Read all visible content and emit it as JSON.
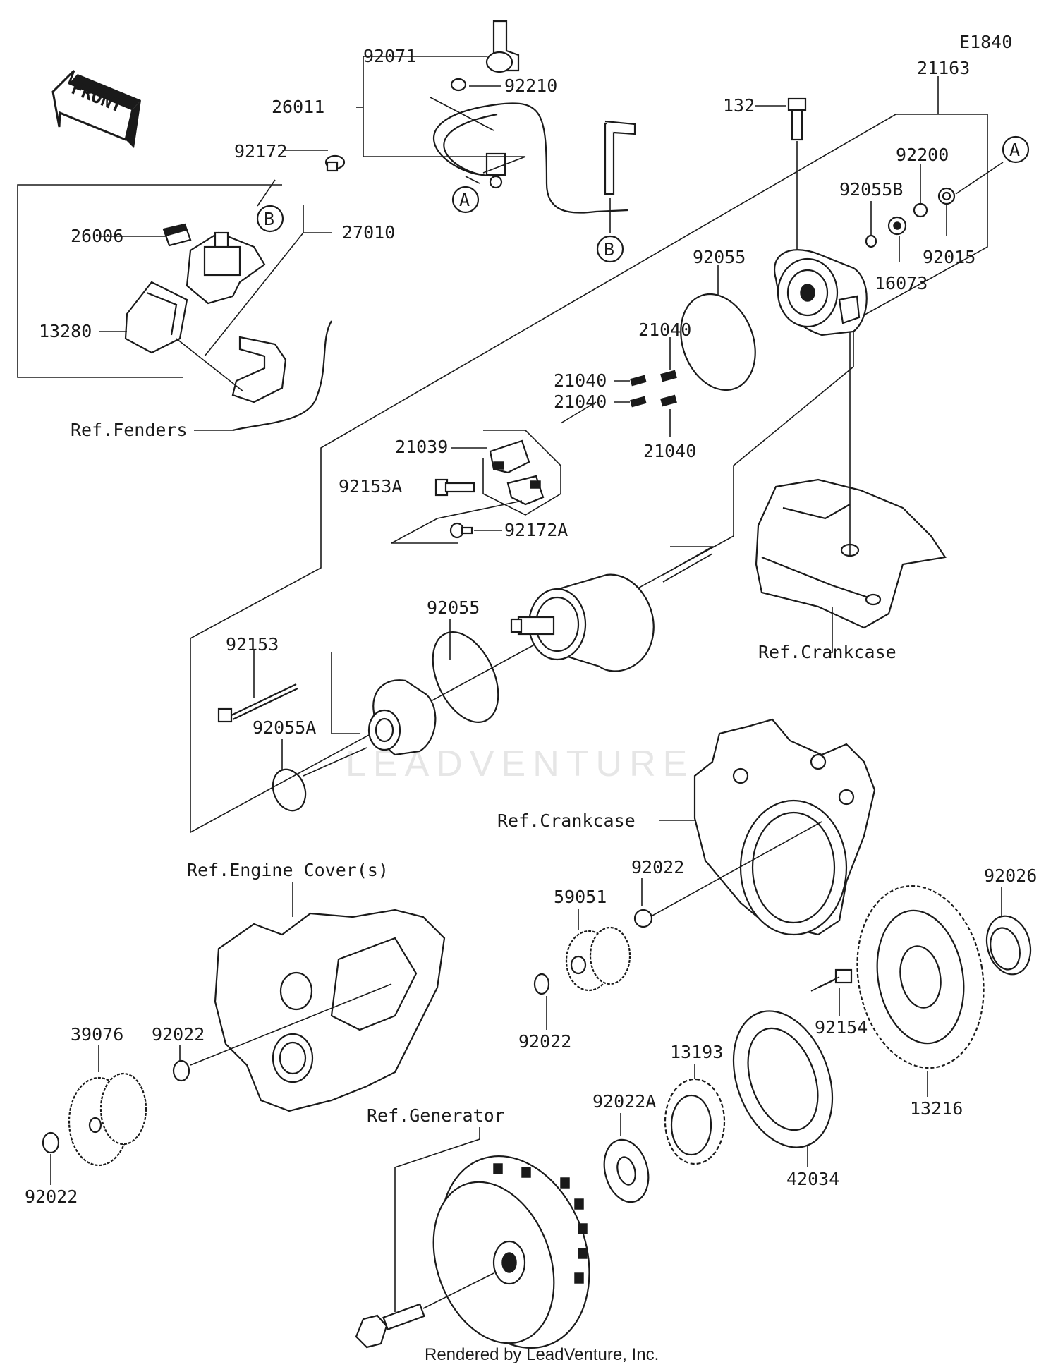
{
  "diagram_code": "E1840",
  "front_label": "FRONT",
  "watermark": "LEADVENTURE",
  "callout_a": "A",
  "callout_b": "B",
  "footer": "Rendered by LeadVenture, Inc.",
  "parts": {
    "p92071": "92071",
    "p92210": "92210",
    "p26011": "26011",
    "p21163": "21163",
    "p132": "132",
    "p92172": "92172",
    "p92200": "92200",
    "p92055B": "92055B",
    "p26006": "26006",
    "p27010": "27010",
    "p92055_top": "92055",
    "p92015": "92015",
    "p16073": "16073",
    "p13280": "13280",
    "p21040_a": "21040",
    "p21040_b": "21040",
    "p21040_c": "21040",
    "p21040_d": "21040",
    "p21039": "21039",
    "p92153A": "92153A",
    "p92172A": "92172A",
    "p92055_mid": "92055",
    "p92153": "92153",
    "p92055A": "92055A",
    "p92022_top": "92022",
    "p92026": "92026",
    "p59051": "59051",
    "p39076": "39076",
    "p92022_left": "92022",
    "p92022_mid": "92022",
    "p92154": "92154",
    "p13193": "13193",
    "p92022A": "92022A",
    "p13216": "13216",
    "p42034": "42034",
    "p92022_bottom": "92022"
  },
  "references": {
    "fenders": "Ref.Fenders",
    "crankcase_top": "Ref.Crankcase",
    "crankcase_mid": "Ref.Crankcase",
    "engine_covers": "Ref.Engine Cover(s)",
    "generator": "Ref.Generator"
  }
}
